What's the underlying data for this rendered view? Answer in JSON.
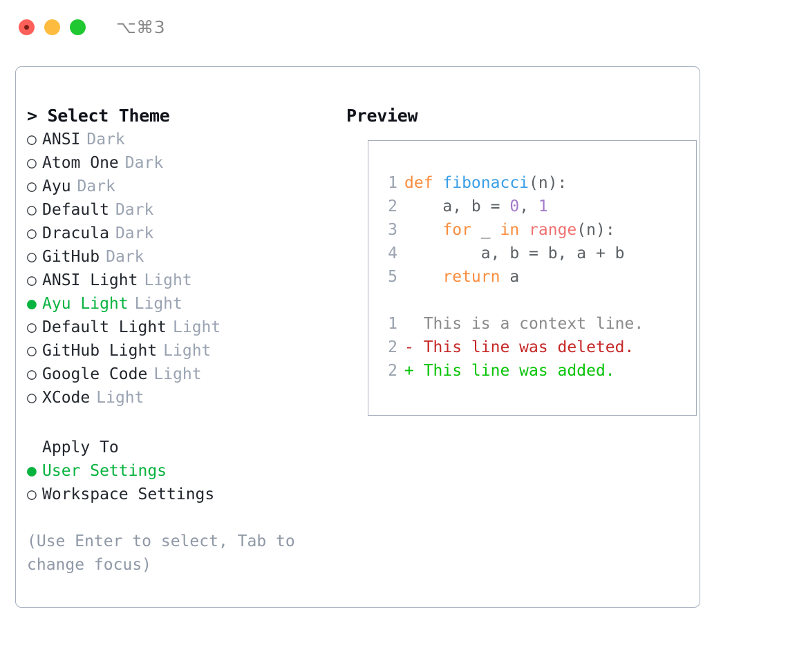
{
  "titlebar": {
    "shortcut": "⌥⌘3",
    "buttons": [
      {
        "name": "close",
        "color": "#fc6058"
      },
      {
        "name": "minimize",
        "color": "#fdbc40"
      },
      {
        "name": "zoom",
        "color": "#1fc730"
      }
    ]
  },
  "left": {
    "heading": "> Select Theme",
    "themes": [
      {
        "bullet": "○",
        "name": "ANSI",
        "kind": "Dark",
        "selected": false
      },
      {
        "bullet": "○",
        "name": "Atom One",
        "kind": "Dark",
        "selected": false
      },
      {
        "bullet": "○",
        "name": "Ayu",
        "kind": "Dark",
        "selected": false
      },
      {
        "bullet": "○",
        "name": "Default",
        "kind": "Dark",
        "selected": false
      },
      {
        "bullet": "○",
        "name": "Dracula",
        "kind": "Dark",
        "selected": false
      },
      {
        "bullet": "○",
        "name": "GitHub",
        "kind": "Dark",
        "selected": false
      },
      {
        "bullet": "○",
        "name": "ANSI Light",
        "kind": "Light",
        "selected": false
      },
      {
        "bullet": "●",
        "name": "Ayu Light",
        "kind": "Light",
        "selected": true
      },
      {
        "bullet": "○",
        "name": "Default Light",
        "kind": "Light",
        "selected": false
      },
      {
        "bullet": "○",
        "name": "GitHub Light",
        "kind": "Light",
        "selected": false
      },
      {
        "bullet": "○",
        "name": "Google Code",
        "kind": "Light",
        "selected": false
      },
      {
        "bullet": "○",
        "name": "XCode",
        "kind": "Light",
        "selected": false
      }
    ],
    "apply_to": {
      "label": "Apply To",
      "options": [
        {
          "bullet": "●",
          "name": "User Settings",
          "selected": true
        },
        {
          "bullet": "○",
          "name": "Workspace Settings",
          "selected": false
        }
      ]
    },
    "hint": "(Use Enter to select, Tab to change focus)"
  },
  "right": {
    "heading": "Preview",
    "code": [
      {
        "ln": "1",
        "tokens": [
          {
            "t": "def ",
            "c": "tok-kw"
          },
          {
            "t": "fibonacci",
            "c": "tok-fn"
          },
          {
            "t": "(n):",
            "c": "tok-pl"
          }
        ]
      },
      {
        "ln": "2",
        "tokens": [
          {
            "t": "    a, b = ",
            "c": "tok-pl"
          },
          {
            "t": "0",
            "c": "tok-num"
          },
          {
            "t": ", ",
            "c": "tok-pl"
          },
          {
            "t": "1",
            "c": "tok-num"
          }
        ]
      },
      {
        "ln": "3",
        "tokens": [
          {
            "t": "    ",
            "c": "tok-pl"
          },
          {
            "t": "for",
            "c": "tok-kw"
          },
          {
            "t": " _ ",
            "c": "tok-pl"
          },
          {
            "t": "in",
            "c": "tok-kw"
          },
          {
            "t": " ",
            "c": "tok-pl"
          },
          {
            "t": "range",
            "c": "tok-bi"
          },
          {
            "t": "(n):",
            "c": "tok-pl"
          }
        ]
      },
      {
        "ln": "4",
        "tokens": [
          {
            "t": "        a, b = b, a + b",
            "c": "tok-pl"
          }
        ]
      },
      {
        "ln": "5",
        "tokens": [
          {
            "t": "    ",
            "c": "tok-pl"
          },
          {
            "t": "return",
            "c": "tok-kw"
          },
          {
            "t": " a",
            "c": "tok-pl"
          }
        ]
      }
    ],
    "diff": [
      {
        "ln": "1",
        "tokens": [
          {
            "t": "  This is a context line.",
            "c": "tok-ctx"
          }
        ]
      },
      {
        "ln": "2",
        "tokens": [
          {
            "t": "- This line was deleted.",
            "c": "tok-del"
          }
        ]
      },
      {
        "ln": "2",
        "tokens": [
          {
            "t": "+ This line was added.",
            "c": "tok-add"
          }
        ]
      }
    ]
  },
  "colors": {
    "accent_green": "#07b33f",
    "border": "#a5afbd",
    "muted_text": "#9aa3b2",
    "keyword": "#fa8d3e",
    "function": "#399ee6",
    "number": "#a37acc",
    "builtin": "#f07171",
    "diff_deleted": "#c62828",
    "diff_added": "#07c407"
  }
}
